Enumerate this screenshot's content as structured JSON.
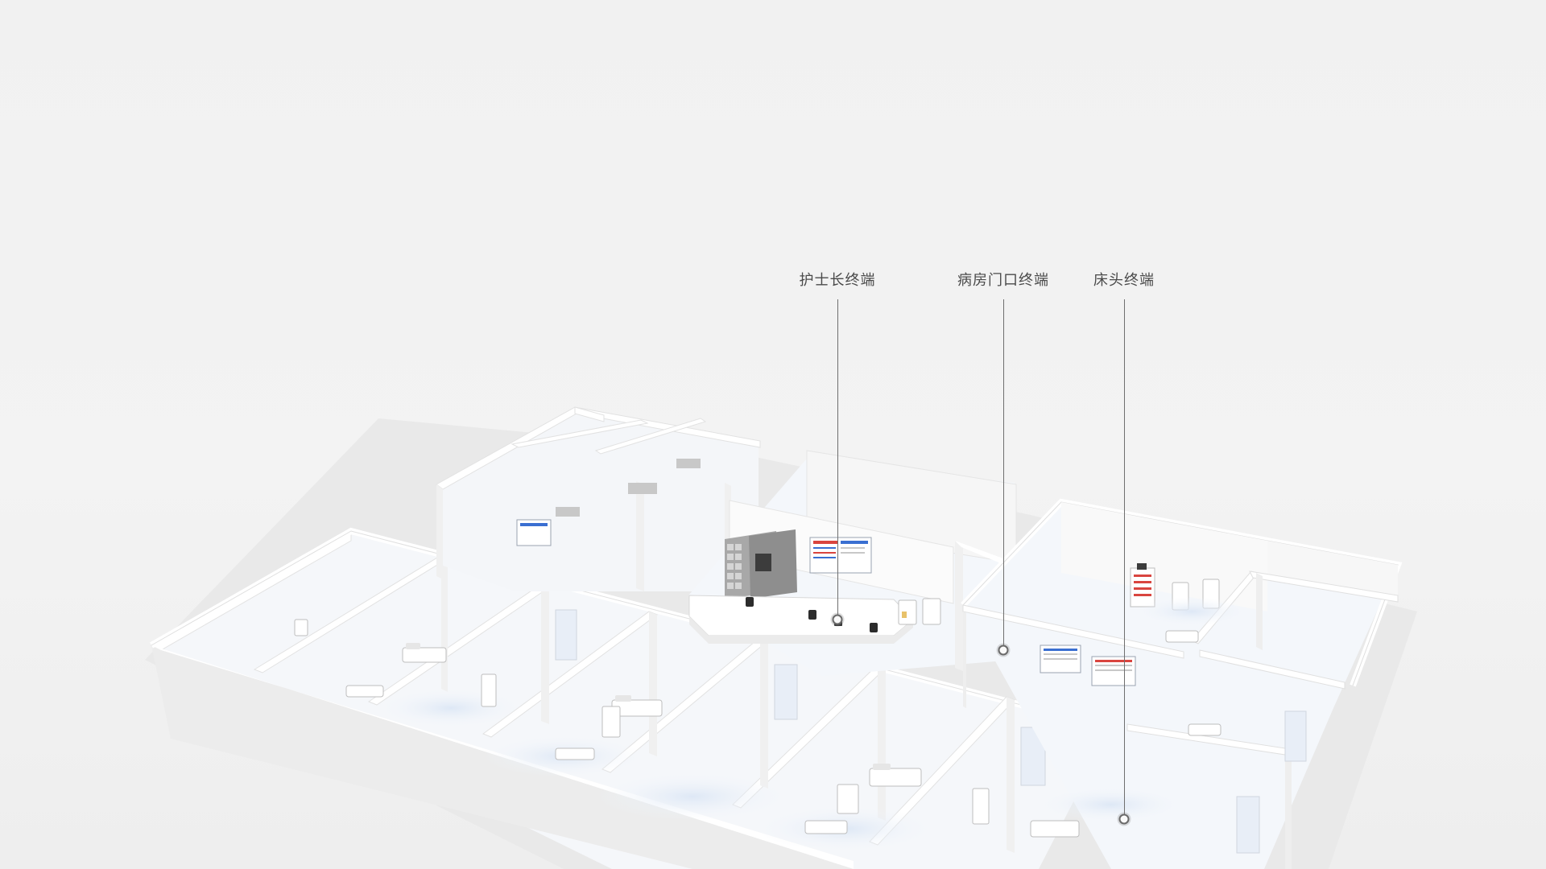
{
  "callouts": [
    {
      "label": "护士长终端"
    },
    {
      "label": "病房门口终端"
    },
    {
      "label": "床头终端"
    }
  ],
  "colors": {
    "background": "#f2f2f2",
    "wall_top": "#ffffff",
    "wall_face": "#eeeeee",
    "floor": "#f4f7fb",
    "floor_glow": "#dbe6f5",
    "line": "#6f6f6f",
    "cabinet": "#9a9a9a",
    "accent_red": "#d9453f",
    "accent_blue": "#3a6fd1"
  },
  "icons": [
    "terminal-marker-icon",
    "hospital-bed-icon",
    "nurse-station-icon",
    "medicine-cabinet-icon",
    "info-screen-icon"
  ]
}
